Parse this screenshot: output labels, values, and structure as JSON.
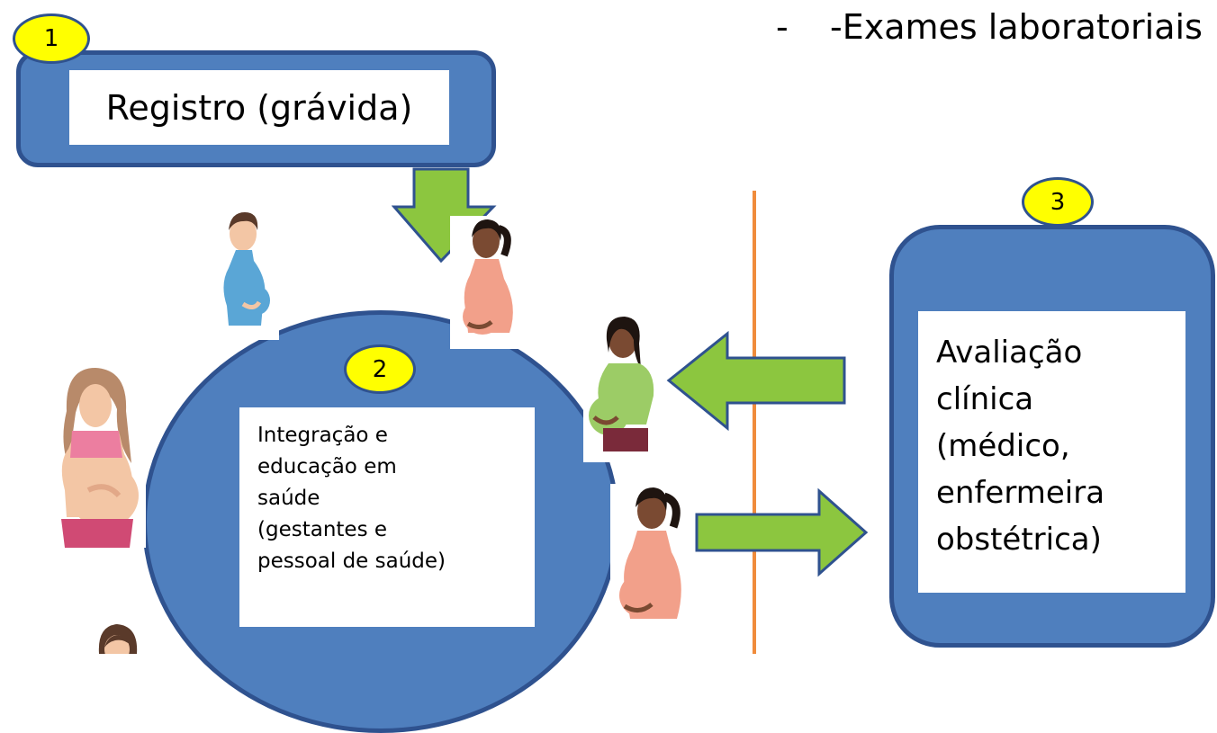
{
  "note": {
    "dash": "-",
    "text": "-Exames laboratoriais"
  },
  "step1": {
    "badge": "1",
    "title": "Registro (grávida)"
  },
  "step2": {
    "badge": "2",
    "lines": [
      "Integração e",
      "educação em",
      "saúde",
      "(gestantes e",
      "pessoal de saúde)"
    ]
  },
  "step3": {
    "badge": "3",
    "lines": [
      "Avaliação",
      "clínica",
      "(médico,",
      "enfermeira",
      "obstétrica)"
    ]
  },
  "colors": {
    "box_fill": "#4f7fbe",
    "box_border": "#2f528f",
    "badge_fill": "#ffff00",
    "arrow_fill": "#8cc63f",
    "arrow_border": "#2f528f",
    "divider": "#f08c3c"
  },
  "icons": [
    "pregnant-woman-icon"
  ]
}
